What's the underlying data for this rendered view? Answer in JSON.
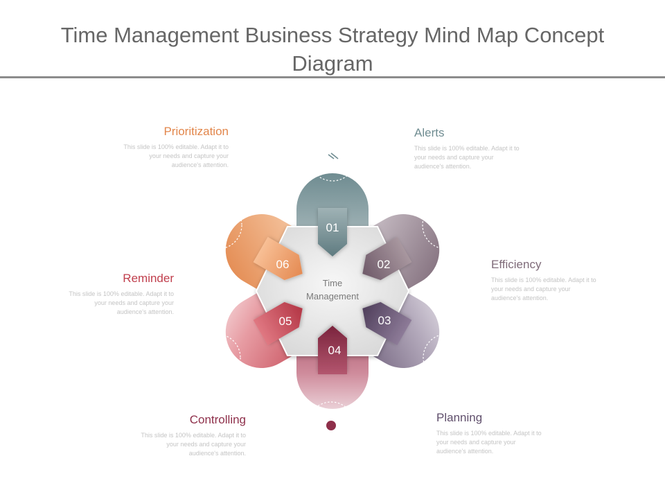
{
  "title": "Time Management Business Strategy Mind Map Concept Diagram",
  "center": {
    "line1": "Time",
    "line2": "Management"
  },
  "colors": {
    "alerts": "#6f8c91",
    "efficiency": "#7f6b79",
    "planning": "#604f6c",
    "controlling": "#8e2f4a",
    "reminder": "#c03e4c",
    "prioritization": "#e2864b",
    "hub": "#e4e4e4"
  },
  "items": [
    {
      "key": "alerts",
      "number": "01",
      "title": "Alerts",
      "icon": "handshake-icon",
      "desc": [
        "This slide is 100% editable. Adapt it to",
        "your needs and capture your",
        "audience's attention."
      ]
    },
    {
      "key": "efficiency",
      "number": "02",
      "title": "Efficiency",
      "icon": "target-icon",
      "desc": [
        "This slide is 100% editable. Adapt it to",
        "your needs and capture your",
        "audience's attention."
      ]
    },
    {
      "key": "planning",
      "number": "03",
      "title": "Planning",
      "icon": "puzzle-icon",
      "desc": [
        "This slide is 100% editable. Adapt it to",
        "your needs and capture your",
        "audience's attention."
      ]
    },
    {
      "key": "controlling",
      "number": "04",
      "title": "Controlling",
      "icon": "gear-icon",
      "desc": [
        "This slide is 100% editable. Adapt it to",
        "your needs and capture your",
        "audience's attention."
      ]
    },
    {
      "key": "reminder",
      "number": "05",
      "title": "Reminder",
      "icon": "lightbulb-gear-icon",
      "desc": [
        "This slide is 100% editable. Adapt it to",
        "your needs and capture your",
        "audience's attention."
      ]
    },
    {
      "key": "prioritization",
      "number": "06",
      "title": "Prioritization",
      "icon": "magnifier-icon",
      "desc": [
        "This slide is 100% editable. Adapt it to",
        "your needs and capture your",
        "audience's attention."
      ]
    }
  ]
}
